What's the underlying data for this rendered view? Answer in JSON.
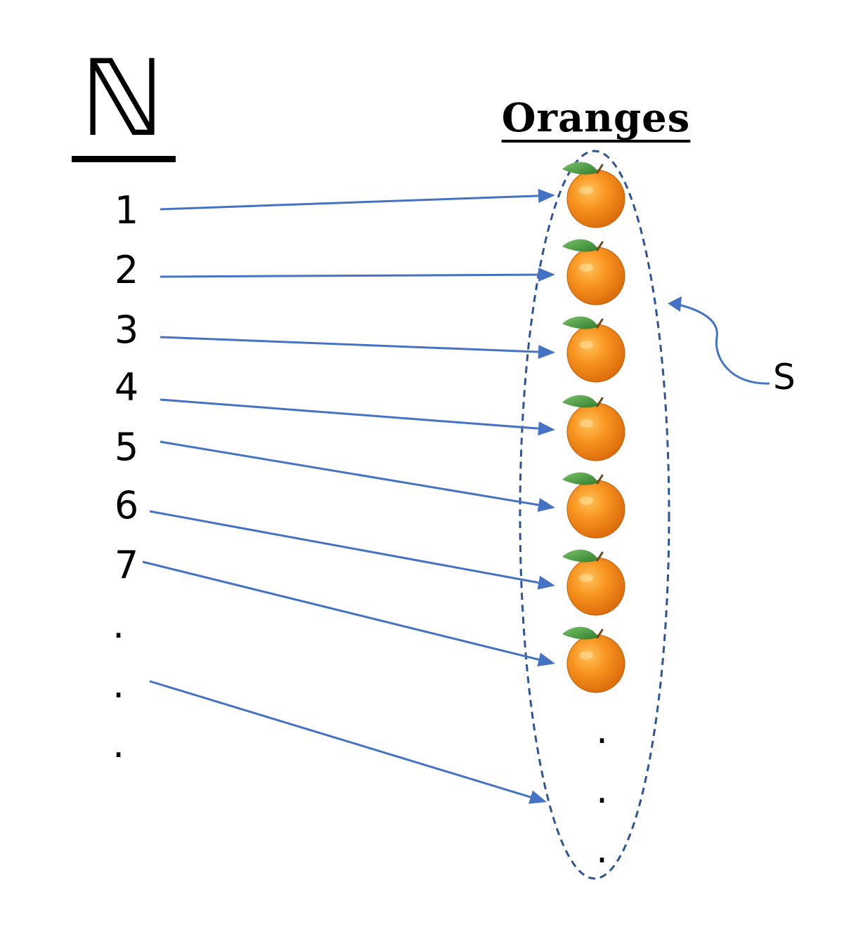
{
  "naturals": {
    "symbol": "ℕ",
    "numbers": [
      "1",
      "2",
      "3",
      "4",
      "5",
      "6",
      "7"
    ],
    "continuation": [
      ".",
      ".",
      "."
    ]
  },
  "oranges": {
    "title": "Oranges",
    "count_shown": 7,
    "continuation": [
      ".",
      ".",
      "."
    ]
  },
  "set_label": "S",
  "colors": {
    "arrow": "#4472c4",
    "ellipse": "#2f5496",
    "orange_fill": "#f28a1a",
    "orange_dark": "#d8690a",
    "leaf": "#3d9a3a",
    "text": "#000000"
  },
  "icons": {
    "orange": "orange-fruit-icon",
    "arrow": "arrow-right-icon"
  }
}
